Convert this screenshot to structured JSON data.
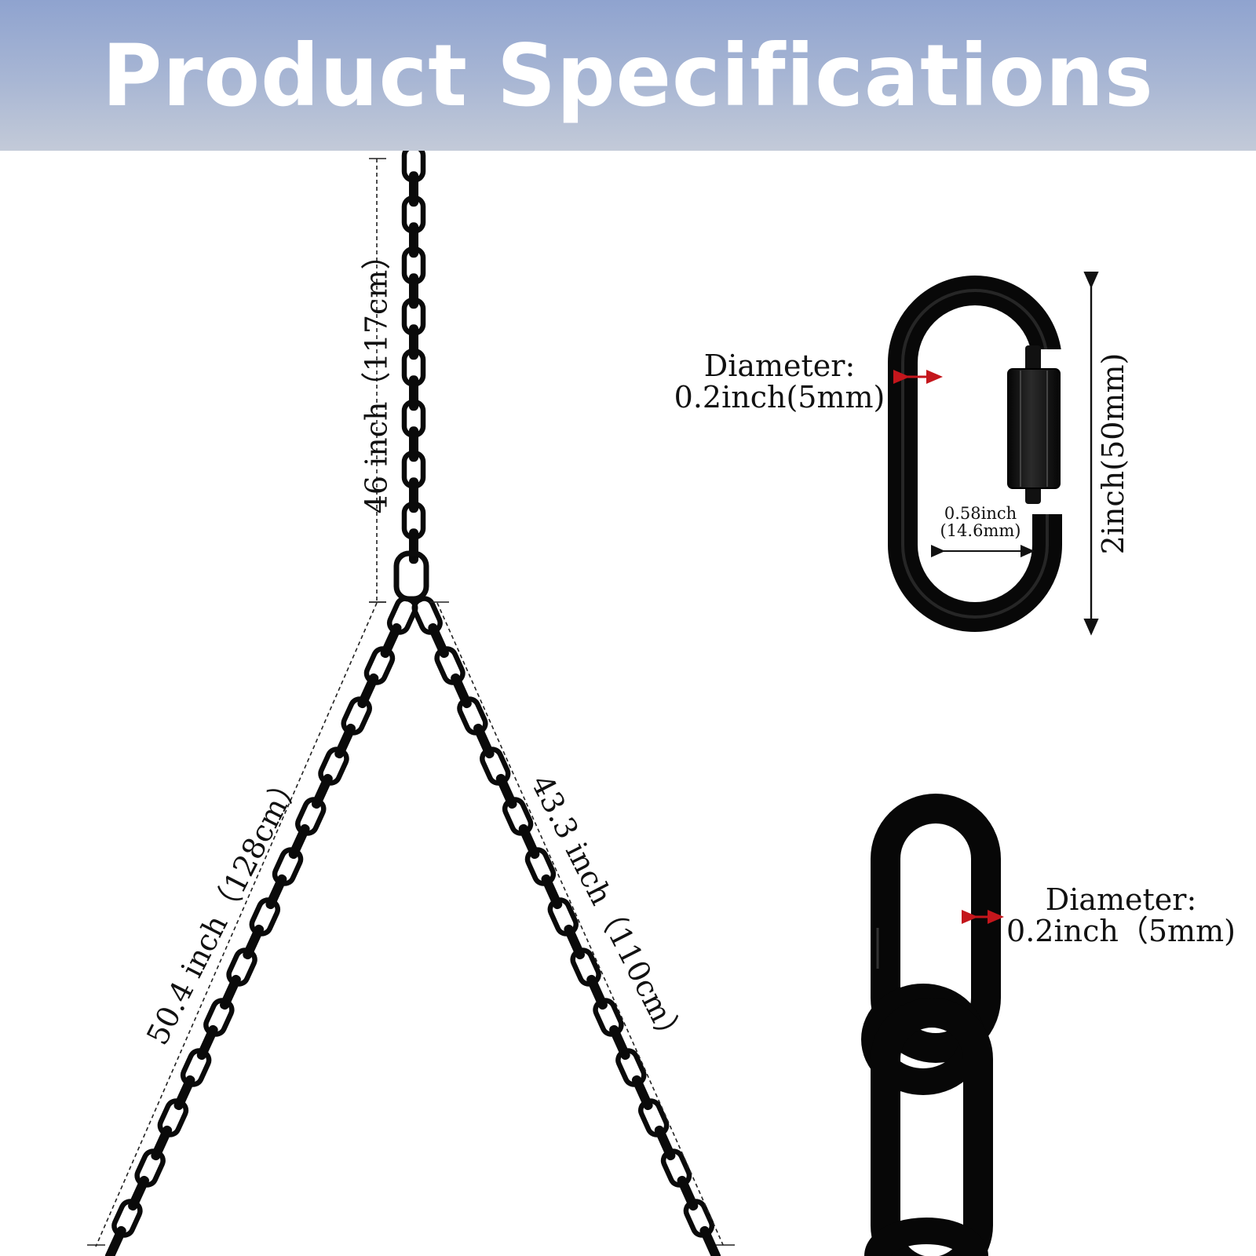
{
  "header": {
    "title": "Product Specifications"
  },
  "chain": {
    "main_length": "46 inch（117cm）",
    "left_branch_length": "50.4 inch（128cm）",
    "right_branch_length": "43.3 inch（110cm）"
  },
  "quick_link": {
    "diameter_label": "Diameter:",
    "diameter_value": "0.2inch(5mm)",
    "opening_inch": "0.58inch",
    "opening_mm": "(14.6mm)",
    "height": "2inch(50mm)"
  },
  "chain_link": {
    "diameter_label": "Diameter:",
    "diameter_value": "0.2inch（5mm)"
  },
  "colors": {
    "banner_top": "#8fa3cf",
    "banner_bottom": "#c3cad8",
    "metal": "#111111",
    "marker": "#c4161c"
  }
}
